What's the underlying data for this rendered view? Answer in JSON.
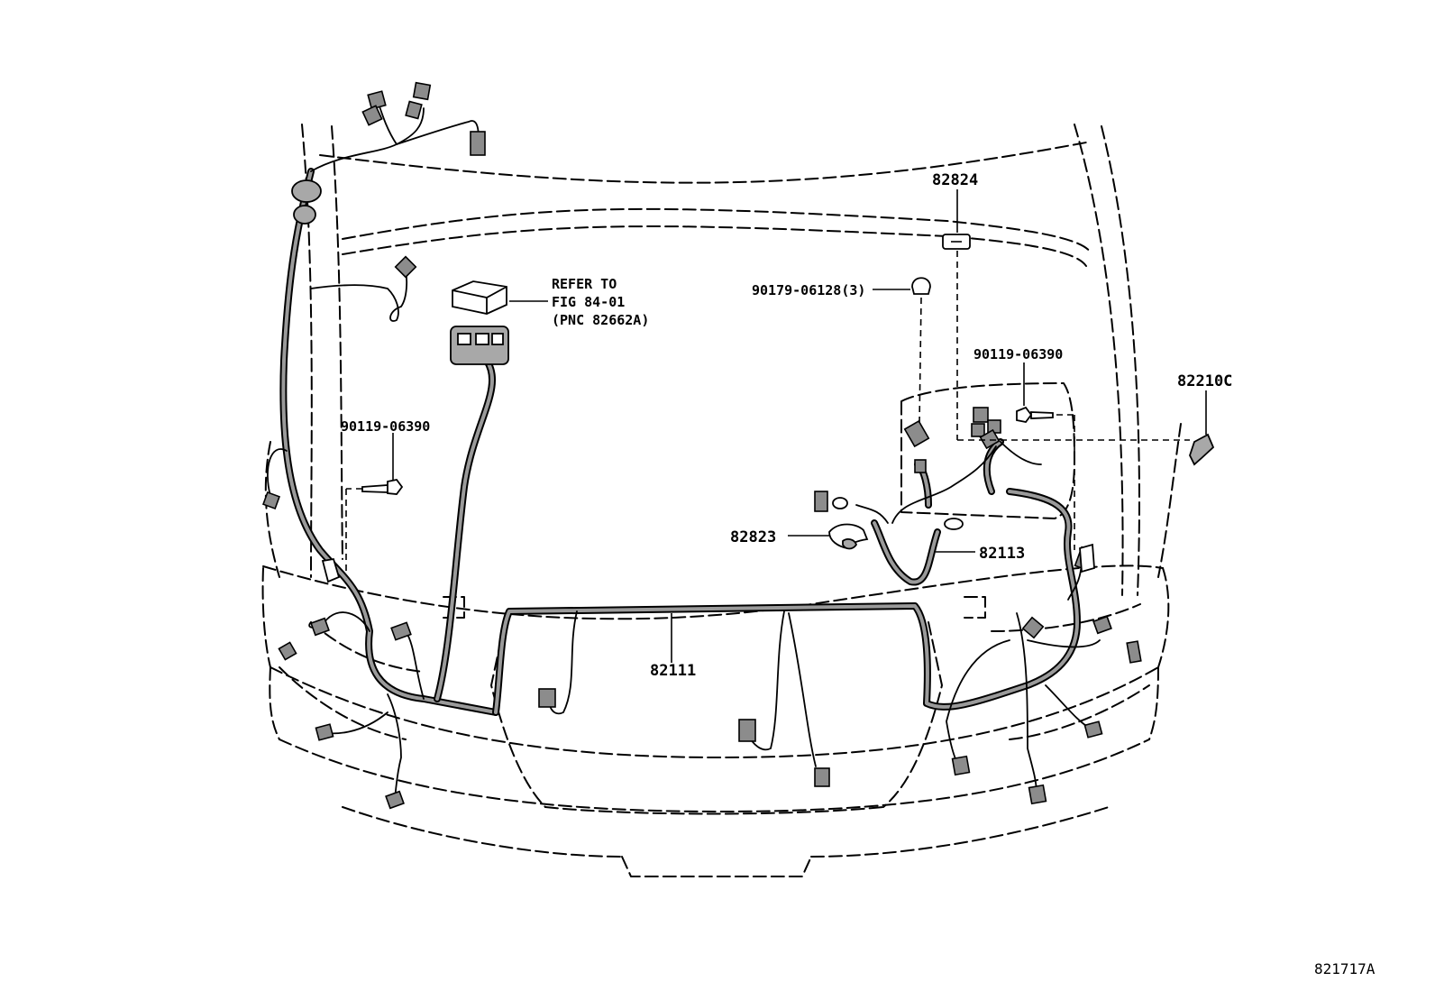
{
  "callouts": {
    "p82824": "82824",
    "p90179": "90179-06128(3)",
    "p90119_right": "90119-06390",
    "p82210c": "82210C",
    "p90119_left": "90119-06390",
    "p82823": "82823",
    "p82113": "82113",
    "p82111": "82111"
  },
  "refer_note": {
    "line1": "REFER TO",
    "line2": "FIG 84-01",
    "line3": "(PNC 82662A)"
  },
  "diagram_ref": "821717A",
  "colors": {
    "line": "#000000",
    "harness_fill": "#9a9a9a",
    "connector_fill": "#8c8c8c",
    "background": "#ffffff"
  }
}
